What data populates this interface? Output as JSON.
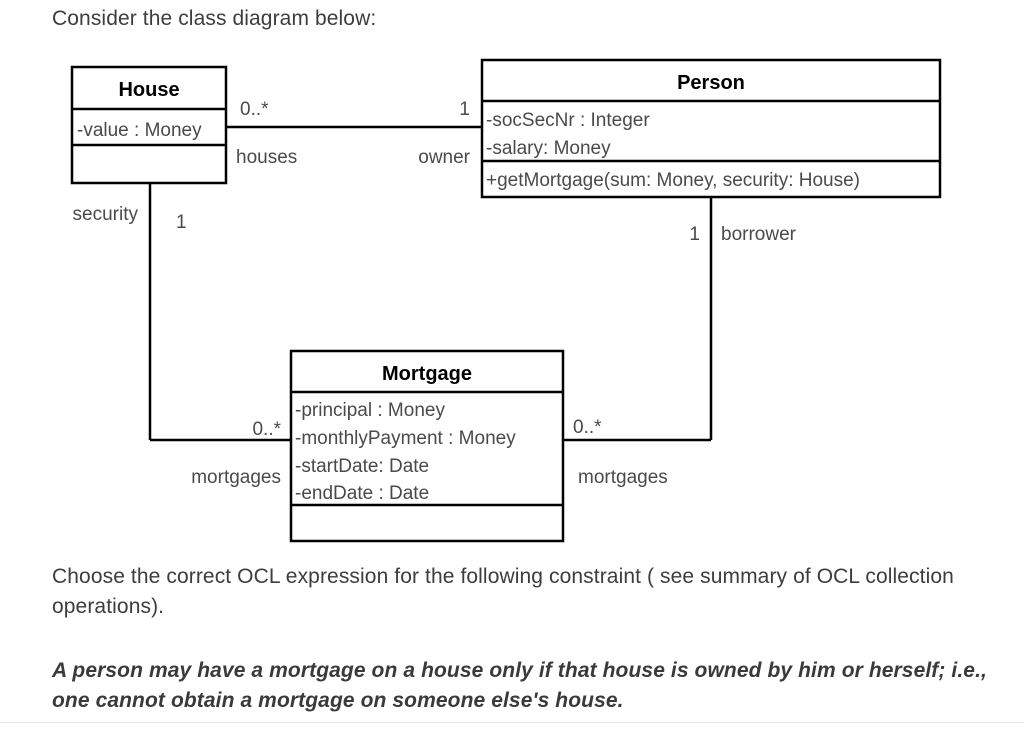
{
  "intro": {
    "text": "Consider the class diagram below:"
  },
  "diagram": {
    "classes": {
      "house": {
        "name": "House",
        "attributes": [
          "-value : Money"
        ],
        "operations": []
      },
      "person": {
        "name": "Person",
        "attributes": [
          "-socSecNr : Integer",
          "-salary: Money"
        ],
        "operations": [
          "+getMortgage(sum: Money, security: House)"
        ]
      },
      "mortgage": {
        "name": "Mortgage",
        "attributes": [
          "-principal : Money",
          "-monthlyPayment : Money",
          "-startDate: Date",
          "-endDate : Date"
        ],
        "operations": []
      }
    },
    "associations": {
      "house_person": {
        "house_end_multiplicity": "0..*",
        "house_end_role": "houses",
        "person_end_multiplicity": "1",
        "person_end_role": "owner"
      },
      "house_mortgage": {
        "house_end_role": "security",
        "house_end_multiplicity": "1",
        "mortgage_end_multiplicity": "0..*",
        "mortgage_end_role": "mortgages"
      },
      "person_mortgage": {
        "person_end_multiplicity": "1",
        "person_end_role": "borrower",
        "mortgage_end_multiplicity": "0..*",
        "mortgage_end_role": "mortgages"
      }
    },
    "colors": {
      "line": "#000000",
      "box_fill": "#ffffff",
      "label_text": "#4a4a4a",
      "class_name_text": "#000000"
    }
  },
  "question": {
    "text": "Choose the correct OCL expression for the following constraint ( see summary of OCL collection operations)."
  },
  "constraint": {
    "text": "A person may have a mortgage on a house only if that house is owned by him or herself; i.e., one cannot obtain a mortgage on someone else's house."
  }
}
